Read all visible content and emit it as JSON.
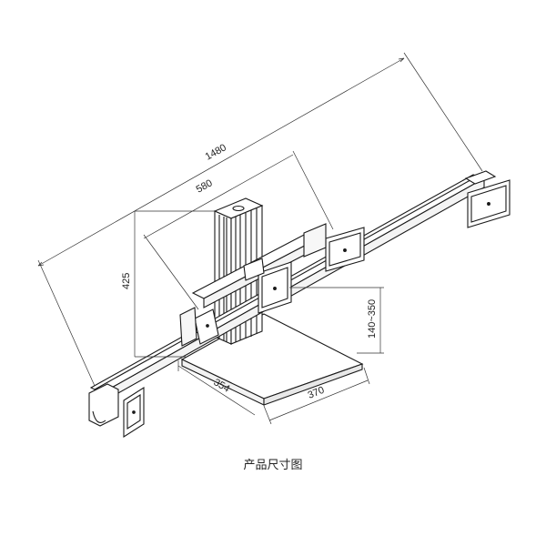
{
  "caption": "产品尺寸图",
  "dimensions": {
    "total_width": "1480",
    "arm_span": "580",
    "pole_height": "425",
    "base_depth": "354",
    "base_width": "370",
    "height_range": "140~350"
  },
  "colors": {
    "line": "#1a1a1a",
    "dim_line": "#333333",
    "background": "#ffffff"
  }
}
